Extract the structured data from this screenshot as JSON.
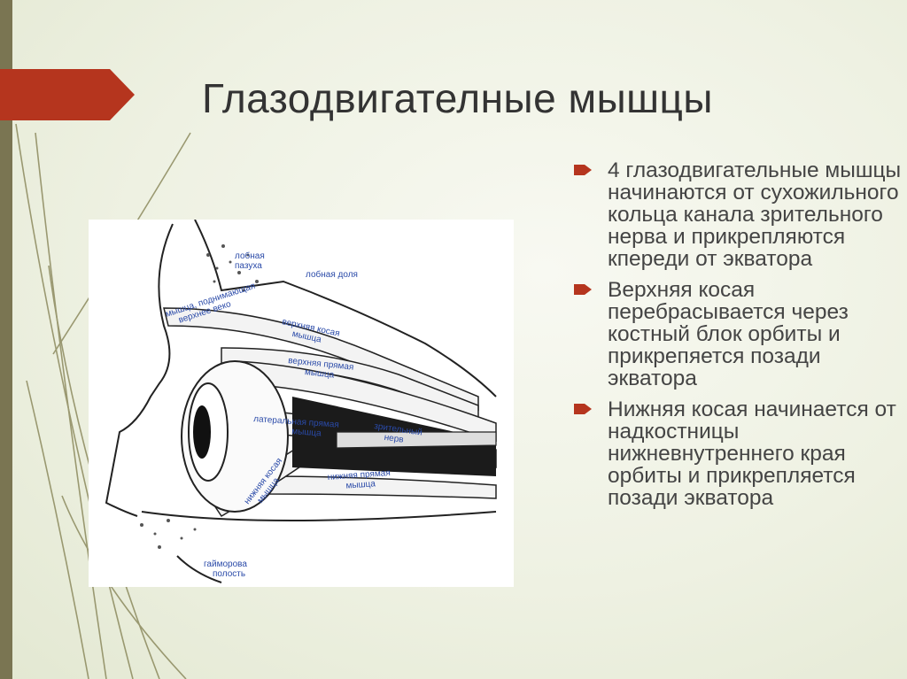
{
  "slide": {
    "title": "Глазодвигателные мышцы",
    "accent_color": "#b5351e",
    "sidebar_color": "#7a7552"
  },
  "figure": {
    "labels": {
      "frontal_sinus_1": "лобная",
      "frontal_sinus_2": "пазуха",
      "frontal_lobe": "лобная доля",
      "levator_1": "мышца, поднимающая",
      "levator_2": "верхнее веко",
      "superior_oblique_1": "верхняя косая",
      "superior_oblique_2": "мышца",
      "superior_rectus_1": "верхняя прямая",
      "superior_rectus_2": "мышца",
      "lateral_rectus_1": "латеральная прямая",
      "lateral_rectus_2": "мышца",
      "optic_nerve_1": "зрительный",
      "optic_nerve_2": "нерв",
      "inferior_oblique_1": "нижняя косая",
      "inferior_oblique_2": "мышца",
      "inferior_rectus_1": "нижняя прямая",
      "inferior_rectus_2": "мышца",
      "maxillary_sinus_1": "гайморова",
      "maxillary_sinus_2": "полость"
    }
  },
  "bullets": [
    {
      "icon": "arrow-bullet-icon",
      "text": "4 глазодвигательные мышцы начинаются от сухожильного кольца канала зрительного нерва и прикрепляются кпереди от экватора"
    },
    {
      "icon": "arrow-bullet-icon",
      "text": "Верхняя косая перебрасывается через костный блок орбиты и прикрепяется позади экватора"
    },
    {
      "icon": "arrow-bullet-icon",
      "text": "Нижняя косая начинается от надкостницы нижневнутреннего края орбиты и прикрепляется позади экватора"
    }
  ]
}
